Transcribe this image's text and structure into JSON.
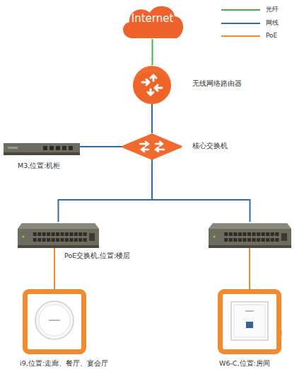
{
  "diagram": {
    "nodes": [
      {
        "text": [
          "Internet"
        ]
      },
      {
        "text": [
          "无线网络路由器"
        ]
      },
      {
        "text": [
          "核心交换机"
        ]
      },
      {
        "text": [
          "M3,位置:机柜"
        ]
      },
      {
        "text": [
          "PoE交换机,位置:楼层"
        ]
      },
      {
        "text": []
      },
      {
        "text": [
          "i9,位置:走廊、餐厅、宴会厅"
        ]
      },
      {
        "text": [
          "W6-C,位置:房间"
        ]
      }
    ],
    "edges": [
      {
        "from": 0,
        "to": 1,
        "arrow": "none"
      },
      {
        "from": 1,
        "to": 2,
        "arrow": "none"
      },
      {
        "from": 2,
        "to": 3,
        "arrow": "none"
      },
      {
        "from": 2,
        "to": 4,
        "arrow": "none"
      },
      {
        "from": 2,
        "to": 5,
        "arrow": "none"
      },
      {
        "from": 4,
        "to": 6,
        "arrow": "none"
      },
      {
        "from": 5,
        "to": 7,
        "arrow": "none"
      }
    ],
    "legend": [
      {
        "text": "光纤"
      },
      {
        "text": "网线"
      },
      {
        "text": "PoE"
      }
    ]
  }
}
